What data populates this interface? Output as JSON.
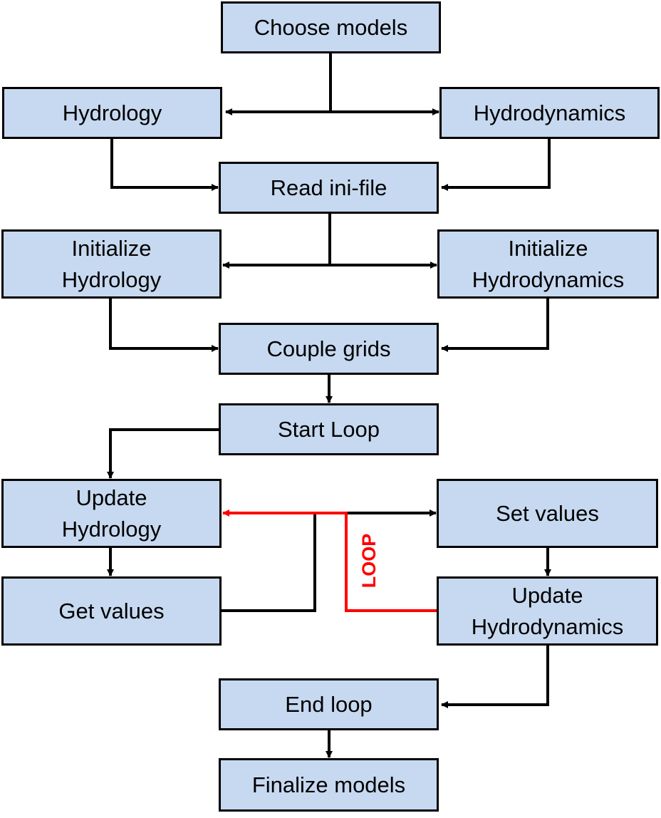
{
  "colors": {
    "node_fill": "#c7d9f0",
    "node_border": "#000000",
    "connector": "#000000",
    "loop_connector": "#ff0000"
  },
  "nodes": {
    "choose_models": "Choose models",
    "hydrology": "Hydrology",
    "hydrodynamics": "Hydrodynamics",
    "read_ini_file": "Read ini-file",
    "initialize_hydrology": "Initialize\nHydrology",
    "initialize_hydrodynamics": "Initialize\nHydrodynamics",
    "couple_grids": "Couple grids",
    "start_loop": "Start Loop",
    "update_hydrology": "Update\nHydrology",
    "set_values": "Set values",
    "get_values": "Get values",
    "update_hydrodynamics": "Update\nHydrodynamics",
    "end_loop": "End loop",
    "finalize_models": "Finalize models"
  },
  "loop_label": "LOOP"
}
